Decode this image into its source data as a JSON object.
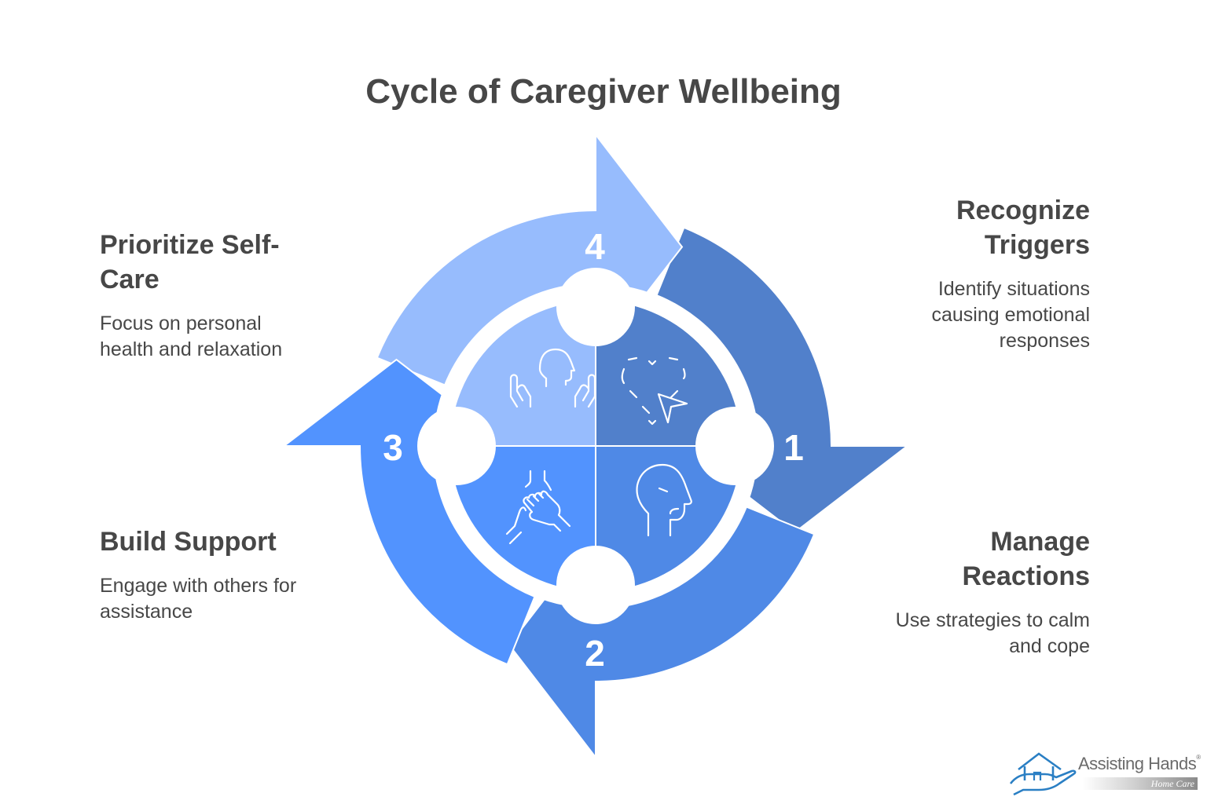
{
  "title": "Cycle of Caregiver Wellbeing",
  "colors": {
    "step1": "#5180CB",
    "step2": "#4F89E6",
    "step3": "#5293FE",
    "step4": "#97BCFD",
    "text": "#474747"
  },
  "steps": [
    {
      "number": "1",
      "heading": "Recognize Triggers",
      "description": "Identify situations causing emotional responses",
      "icon": "heart-cursor-icon",
      "position": "top-right"
    },
    {
      "number": "2",
      "heading": "Manage Reactions",
      "description": "Use strategies to calm and cope",
      "icon": "head-profile-icon",
      "position": "bottom-right"
    },
    {
      "number": "3",
      "heading": "Build Support",
      "description": "Engage with others for assistance",
      "icon": "helping-hands-icon",
      "position": "bottom-left"
    },
    {
      "number": "4",
      "heading": "Prioritize Self-Care",
      "description": "Focus on personal health and relaxation",
      "icon": "self-care-person-icon",
      "position": "top-left"
    }
  ],
  "logo": {
    "name": "Assisting Hands",
    "registered": "®",
    "subtitle": "Home Care"
  }
}
